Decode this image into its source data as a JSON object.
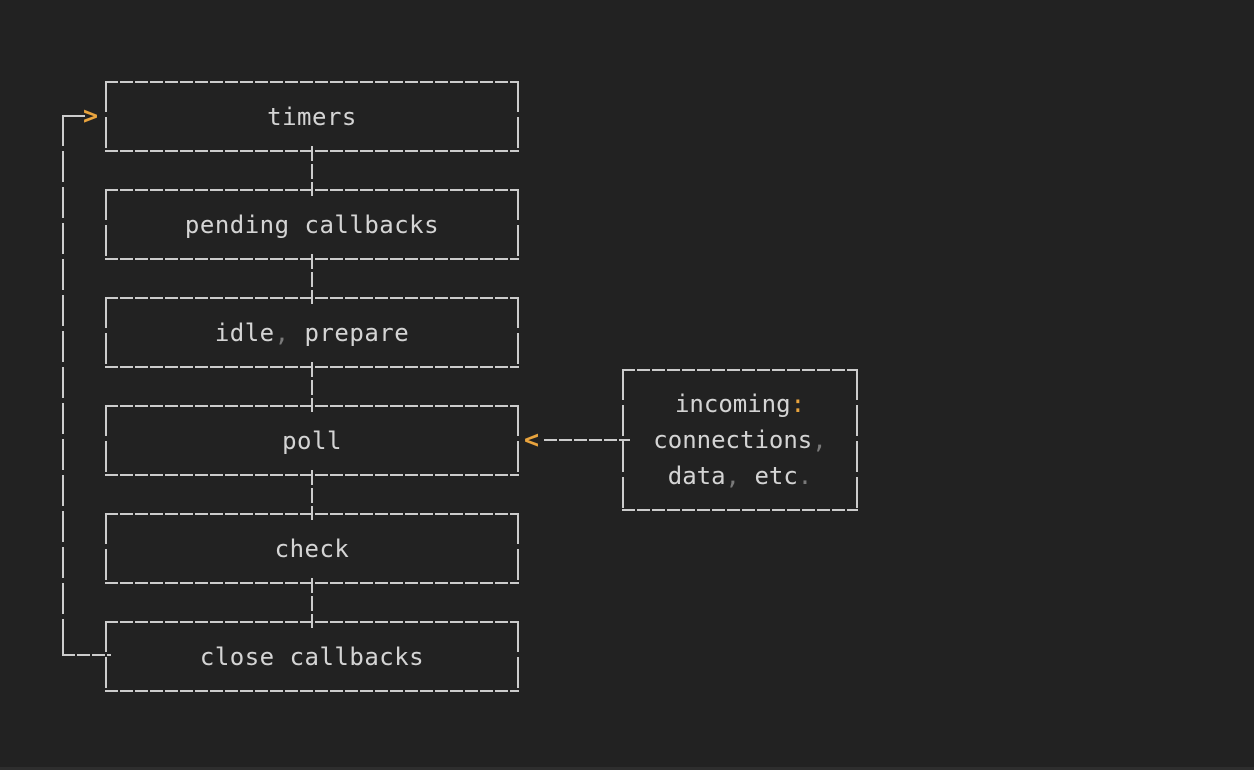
{
  "theme": {
    "background": "#222222",
    "line": "#cccccc",
    "text": "#d4d4d4",
    "dim": "#7a7a7a",
    "accent": "#e9a43e"
  },
  "diagram": {
    "title": "event-loop-phases",
    "phases": [
      {
        "name": "timers",
        "segments": [
          {
            "t": "timers"
          }
        ]
      },
      {
        "name": "pending-callbacks",
        "segments": [
          {
            "t": "pending callbacks"
          }
        ]
      },
      {
        "name": "idle-prepare",
        "segments": [
          {
            "t": "idle"
          },
          {
            "t": ",",
            "c": "dim"
          },
          {
            "t": " prepare"
          }
        ]
      },
      {
        "name": "poll",
        "segments": [
          {
            "t": "poll"
          }
        ]
      },
      {
        "name": "check",
        "segments": [
          {
            "t": "check"
          }
        ]
      },
      {
        "name": "close-callbacks",
        "segments": [
          {
            "t": "close callbacks"
          }
        ]
      }
    ],
    "side_box": {
      "lines": [
        [
          {
            "t": "incoming"
          },
          {
            "t": ":",
            "c": "accent"
          }
        ],
        [
          {
            "t": "connections"
          },
          {
            "t": ",",
            "c": "dim"
          }
        ],
        [
          {
            "t": "data"
          },
          {
            "t": ",",
            "c": "dim"
          },
          {
            "t": " etc"
          },
          {
            "t": ".",
            "c": "dim"
          }
        ]
      ]
    },
    "arrows": {
      "loop_entry": ">",
      "side_entry": "<"
    }
  }
}
